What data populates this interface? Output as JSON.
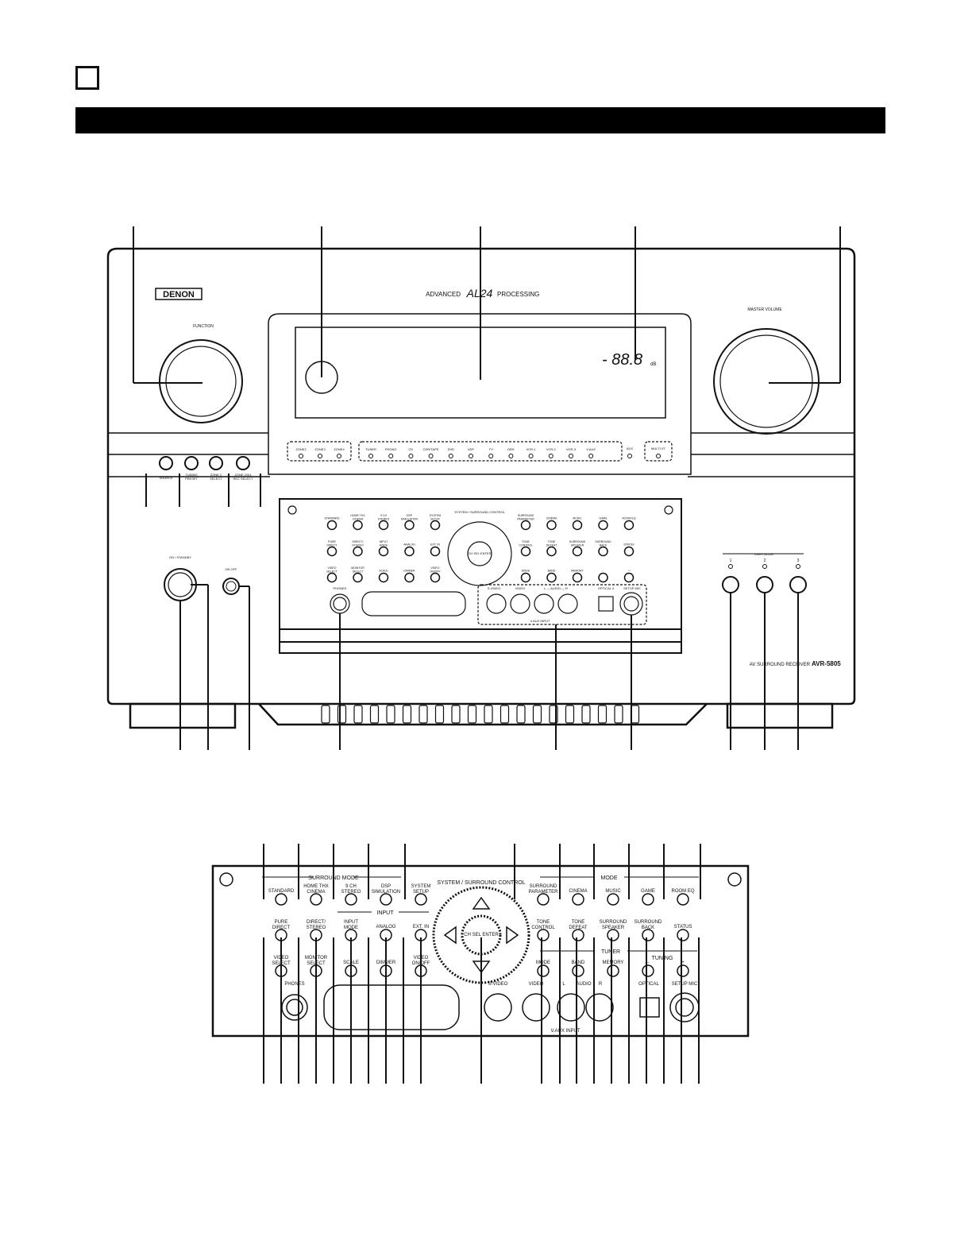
{
  "page": {
    "title_box": "",
    "section_bar": ""
  },
  "receiver": {
    "brand": "DENON",
    "processing_prefix": "ADVANCED",
    "processing_logo": "AL24",
    "processing_suffix": "PROCESSING",
    "function_label": "FUNCTION",
    "master_volume_label": "MASTER VOLUME",
    "display_readout": "- 88.8",
    "display_unit": "dB",
    "zone_indicators": [
      "ZONE2",
      "ZONE3",
      "ZONE4"
    ],
    "source_indicators": [
      "TUNER",
      "PHONO",
      "CD",
      "CDR/TAPE",
      "DVD",
      "VDP",
      "TV",
      "DBS",
      "VCR-1",
      "VCR-2",
      "VCR-3",
      "V.AUX"
    ],
    "aux_label": "AUX",
    "multi_label": "MULTI XT",
    "left_buttons": [
      "SOURCE",
      "TUNING PRESET",
      "ZONE 2 SELECT",
      "ZONE 2/3/4 REC SELECT"
    ],
    "on_standby_label": "ON / STANDBY",
    "power_switch_label": "ON  OFF",
    "user_mode_label": "USER MODE",
    "user_mode_buttons": [
      "1",
      "2",
      "3"
    ],
    "model_prefix": "AV SURROUND RECEIVER",
    "model_name": "AVR-5805",
    "phones_label": "PHONES",
    "svideo_label": "S-VIDEO",
    "video_label": "VIDEO",
    "audio_label": "L — AUDIO — R",
    "optical_label": "OPTICAL 4",
    "setup_mic_label": "SETUP MIC",
    "v_aux_input_label": "V.AUX INPUT"
  },
  "panel": {
    "surround_mode_header": "SURROUND MODE",
    "input_header": "INPUT",
    "mode_header": "MODE",
    "tuner_header": "TUNER",
    "tuning_header": "TUNING",
    "system_surround_label": "SYSTEM / SURROUND CONTROL",
    "enter_label": "CH SEL ENTER",
    "row1_left": [
      "STANDARD",
      "HOME THX CINEMA",
      "9 CH STEREO",
      "DSP SIMULATION",
      "SYSTEM SETUP"
    ],
    "row1_right": [
      "SURROUND PARAMETER",
      "CINEMA",
      "MUSIC",
      "GAME",
      "ROOM EQ"
    ],
    "row2_left": [
      "PURE DIRECT",
      "DIRECT/ STEREO",
      "INPUT MODE",
      "ANALOG",
      "EXT. IN"
    ],
    "row2_right": [
      "TONE CONTROL",
      "TONE DEFEAT",
      "SURROUND SPEAKER",
      "SURROUND BACK",
      "STATUS"
    ],
    "row3_left": [
      "VIDEO SELECT",
      "MONITOR SELECT",
      "SCALE",
      "DIMMER",
      "VIDEO ON/OFF"
    ],
    "row3_right": [
      "MODE",
      "BAND",
      "MEMORY",
      "−",
      "+"
    ],
    "phones_label": "PHONES",
    "svideo_label": "S-VIDEO",
    "video_label": "VIDEO",
    "audio_l": "L",
    "audio_label": "AUDIO",
    "audio_r": "R",
    "optical_label": "OPTICAL",
    "setup_mic_label": "SETUP MIC",
    "v_aux_input_label": "V.AUX INPUT"
  }
}
